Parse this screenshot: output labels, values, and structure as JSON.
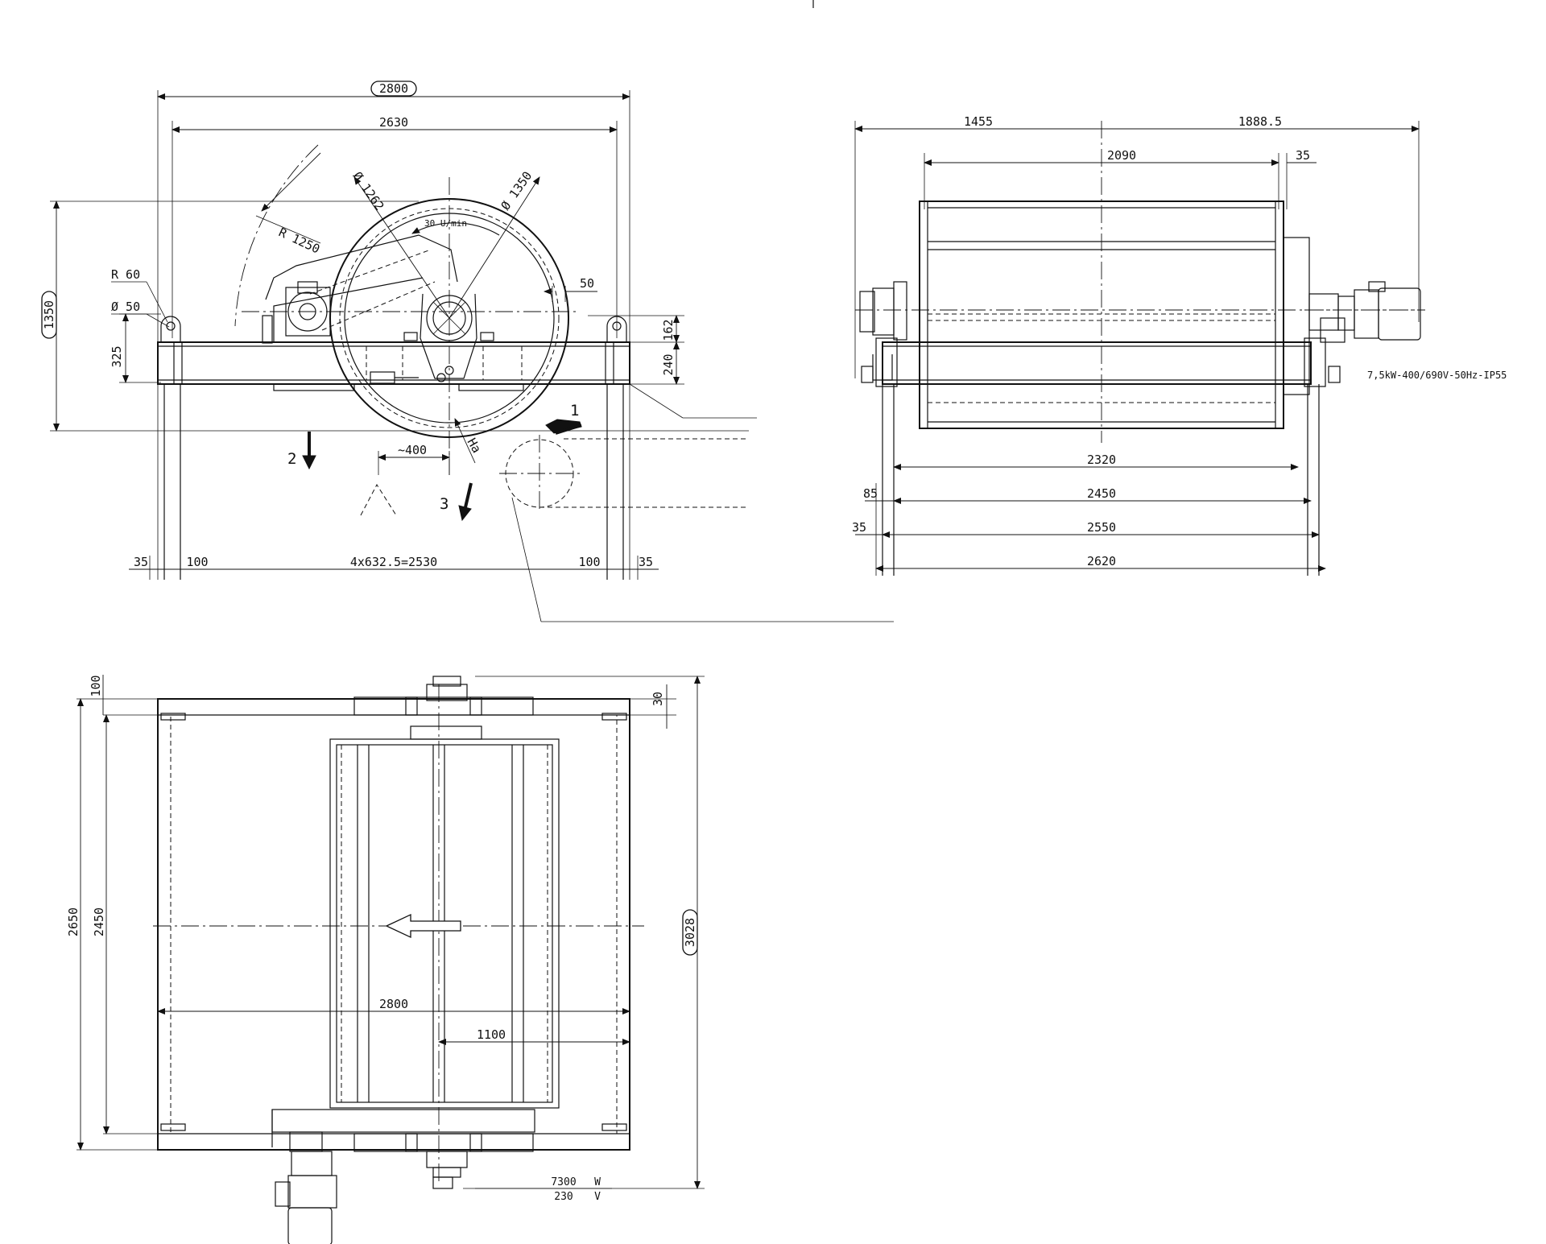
{
  "front_view": {
    "dims": {
      "overall_width": "2800",
      "inner_width": "2630",
      "height_overall": "1350",
      "height_frame": "325",
      "r60": "R 60",
      "d50": "Ø 50",
      "r1250": "R 1250",
      "d1262": "Ø 1262",
      "d1350": "Ø 1350",
      "speed": "30 U/min",
      "gap50": "50",
      "h162": "162",
      "h240": "240",
      "approx400": "~400",
      "ha": "Ha",
      "left35": "35",
      "left100": "100",
      "spacing": "4x632.5=2530",
      "right100": "100",
      "right35": "35"
    },
    "flow_labels": [
      "1",
      "2",
      "3"
    ]
  },
  "side_view": {
    "dims": {
      "left_len": "1455",
      "right_len": "1888.5",
      "drum_len": "2090",
      "offset35": "35",
      "len2320": "2320",
      "len2450": "2450",
      "len2550": "2550",
      "len2620": "2620",
      "off85": "85",
      "off35b": "35"
    },
    "motor_label": "7,5kW-400/690V-50Hz-IP55"
  },
  "plan_view": {
    "dims": {
      "top100": "100",
      "h2650": "2650",
      "h2450": "2450",
      "top30": "30",
      "h3028": "3028",
      "w2800": "2800",
      "w1100": "1100"
    },
    "power_label": "7300",
    "power_unit": "W",
    "voltage_label": "230",
    "voltage_unit": "V"
  },
  "icons": {
    "flow_arrow": "flow-direction-arrow-icon",
    "rotation_arrow": "rotation-arrow-icon"
  }
}
